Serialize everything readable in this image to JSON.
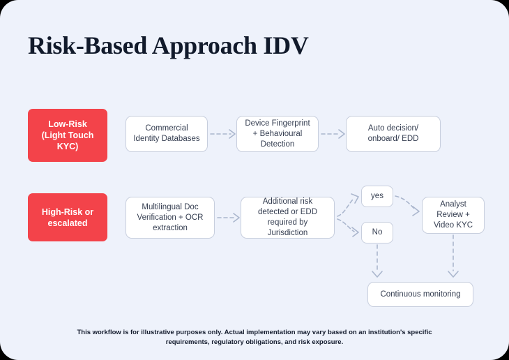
{
  "page": {
    "title": "Risk-Based Approach IDV",
    "background_color": "#eef2fb",
    "accent_color": "#f3434a",
    "node_border_color": "#c7cedd",
    "connector_color": "#aab6cd",
    "footer": "This workflow is for illustrative purposes only. Actual implementation may vary based on an institution's specific requirements, regulatory obligations, and risk exposure."
  },
  "lanes": [
    {
      "label": "Low-Risk\n(Light Touch\nKYC)",
      "label_line1": "Low-Risk",
      "label_line2": "(Light Touch",
      "label_line3": "KYC)"
    },
    {
      "label": "High-Risk or escalated",
      "label_line1": "High-Risk or",
      "label_line2": "escalated"
    }
  ],
  "lane_low_label": "Low-Risk (Light Touch KYC)",
  "lane_high_label": "High-Risk or escalated",
  "nodes": {
    "commercial": "Commercial Identity Databases",
    "device": "Device Fingerprint + Behavioural Detection",
    "auto": "Auto decision/ onboard/ EDD",
    "multilingual": "Multilingual Doc Verification + OCR extraction",
    "additional": "Additional risk detected or EDD required by Jurisdiction",
    "yes": "yes",
    "no": "No",
    "analyst": "Analyst Review + Video KYC",
    "continuous": "Continuous monitoring"
  },
  "chart_data": {
    "type": "diagram",
    "title": "Risk-Based Approach IDV",
    "rows": [
      {
        "lane": "Low-Risk (Light Touch KYC)",
        "steps": [
          "Commercial Identity Databases",
          "Device Fingerprint + Behavioural Detection",
          "Auto decision/ onboard/ EDD"
        ]
      },
      {
        "lane": "High-Risk or escalated",
        "steps": [
          "Multilingual Doc Verification + OCR extraction",
          "Additional risk detected or EDD required by Jurisdiction",
          "yes",
          "No",
          "Analyst Review + Video KYC",
          "Continuous monitoring"
        ]
      }
    ],
    "edges": [
      {
        "from": "Commercial Identity Databases",
        "to": "Device Fingerprint + Behavioural Detection",
        "label": ""
      },
      {
        "from": "Device Fingerprint + Behavioural Detection",
        "to": "Auto decision/ onboard/ EDD",
        "label": ""
      },
      {
        "from": "Multilingual Doc Verification + OCR extraction",
        "to": "Additional risk detected or EDD required by Jurisdiction",
        "label": ""
      },
      {
        "from": "Additional risk detected or EDD required by Jurisdiction",
        "to": "yes",
        "label": ""
      },
      {
        "from": "Additional risk detected or EDD required by Jurisdiction",
        "to": "No",
        "label": ""
      },
      {
        "from": "yes",
        "to": "Analyst Review + Video KYC",
        "label": ""
      },
      {
        "from": "No",
        "to": "Continuous monitoring",
        "label": ""
      },
      {
        "from": "Analyst Review + Video KYC",
        "to": "Continuous monitoring",
        "label": ""
      }
    ]
  }
}
